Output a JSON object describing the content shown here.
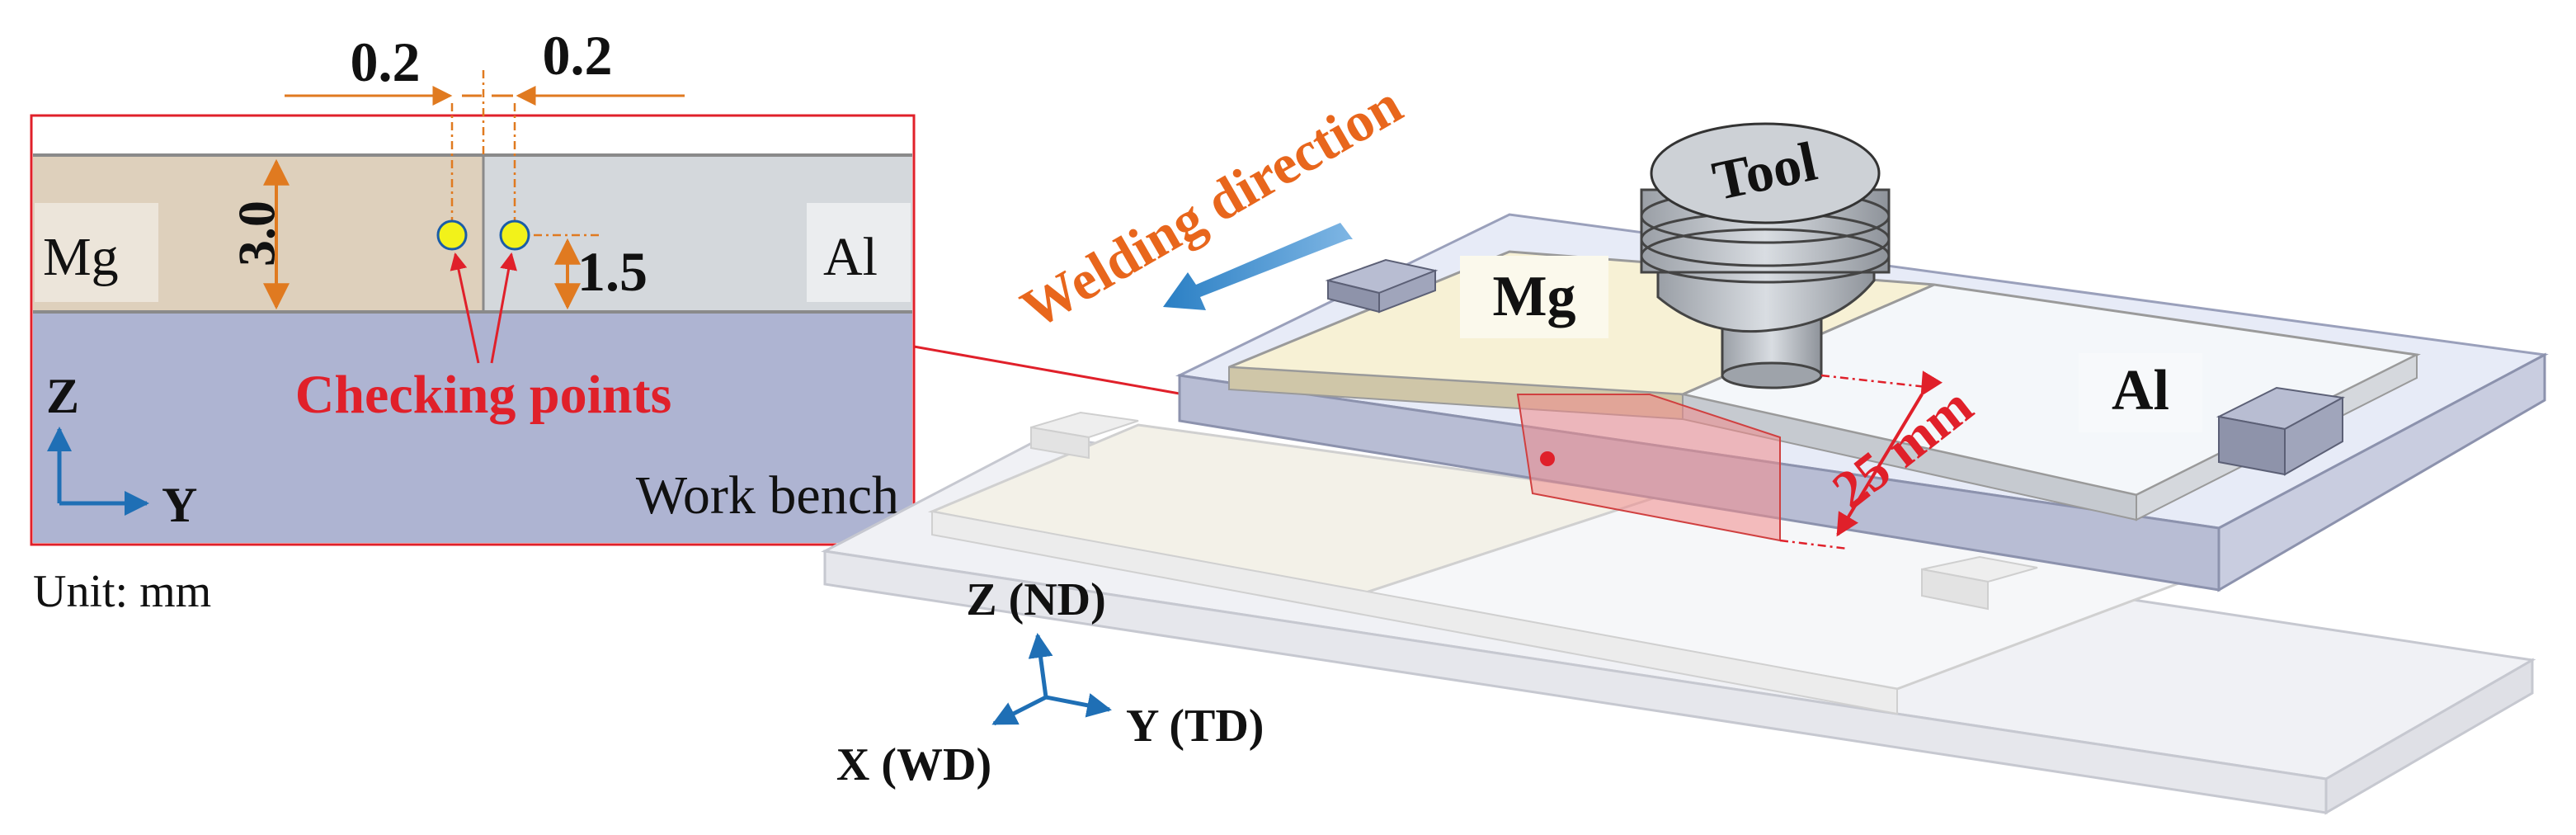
{
  "inset": {
    "dim_left": "0.2",
    "dim_right": "0.2",
    "dim_height": "3.0",
    "dim_point": "1.5",
    "label_mg": "Mg",
    "label_al": "Al",
    "label_checking": "Checking points",
    "label_workbench": "Work bench",
    "axis_z": "Z",
    "axis_y": "Y",
    "unit": "Unit: mm"
  },
  "scene": {
    "welding_direction": "Welding direction",
    "tool": "Tool",
    "label_mg": "Mg",
    "label_al": "Al",
    "distance": "25 mm",
    "axis_z": "Z (ND)",
    "axis_x": "X (WD)",
    "axis_y": "Y (TD)"
  },
  "colors": {
    "accent_red": "#e0202a",
    "dim_orange": "#e07a20",
    "arrow_orange": "#e8661c",
    "axis_blue": "#1f6fb5",
    "mg_plate": "#ded0bc",
    "al_plate": "#d4d8dc",
    "bench": "#aeb4d2",
    "point_yellow": "#f2f21a"
  }
}
